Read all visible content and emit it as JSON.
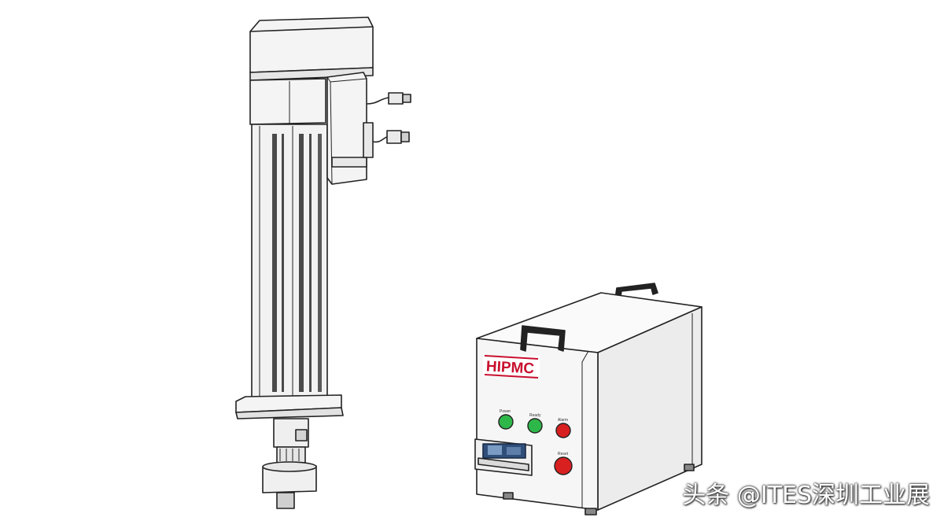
{
  "brand": {
    "logo_text": "HIPMC",
    "color": "#c8102e"
  },
  "panel": {
    "lamps": [
      {
        "label": "Power",
        "color": "#2fb84a"
      },
      {
        "label": "Ready",
        "color": "#2fb84a"
      },
      {
        "label": "Alarm",
        "color": "#d92020"
      }
    ],
    "reset_button": {
      "label": "Reset",
      "color": "#d92020"
    }
  },
  "watermark": {
    "text": "头条 @ITES深圳工业展"
  },
  "colors": {
    "outline": "#222222",
    "body_fill": "#f4f4f4",
    "shadow_fill": "#dcdcdc",
    "stripe": "#4a4a4a"
  }
}
